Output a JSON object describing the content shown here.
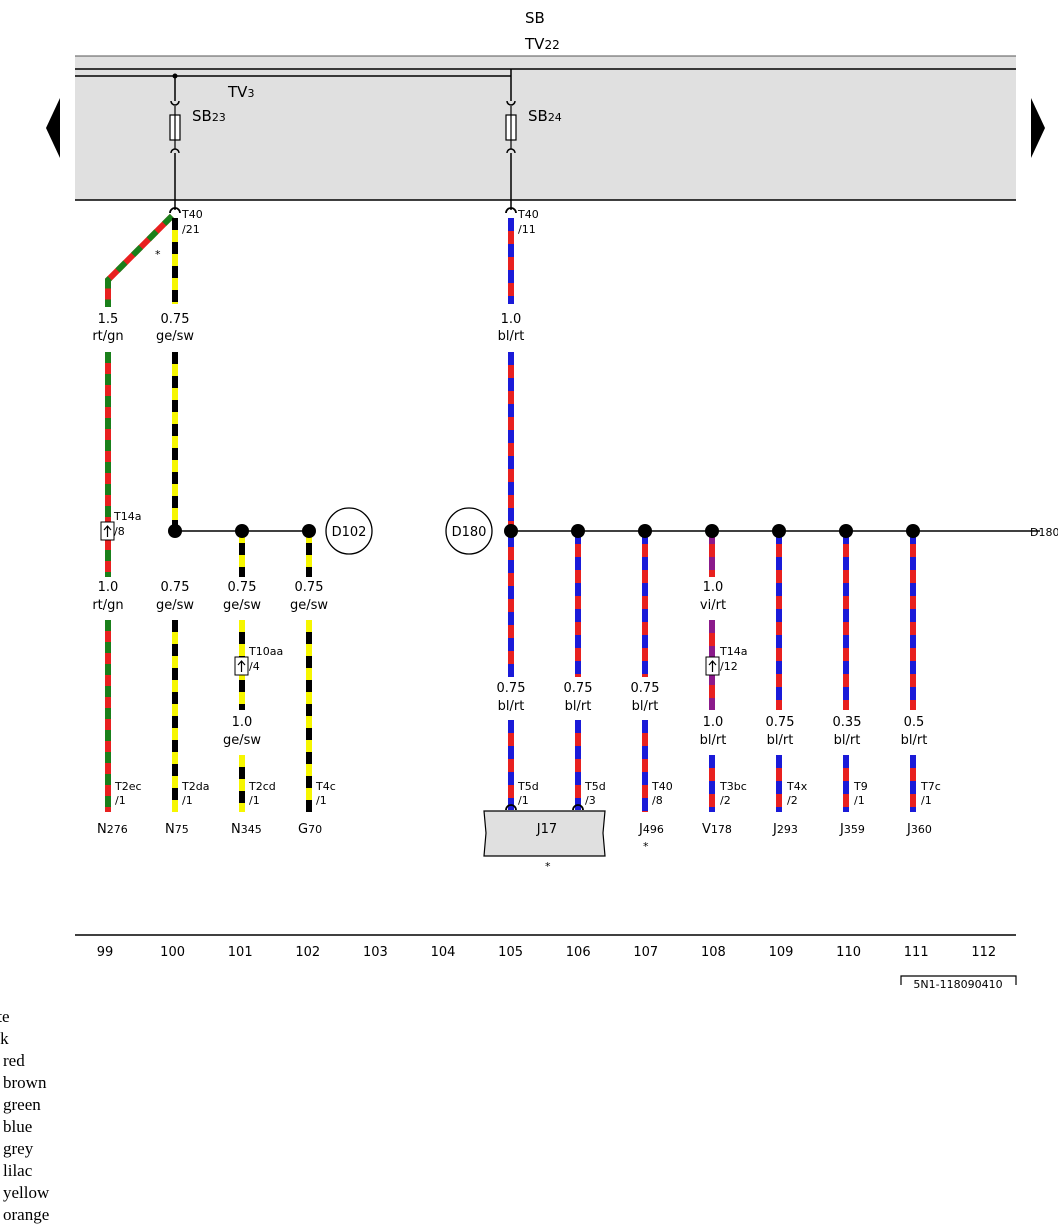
{
  "header": {
    "bus_top": "SB",
    "bus_second_prefix": "TV",
    "bus_second_sub": "22"
  },
  "box": {
    "label_prefix": "TV",
    "label_sub": "3",
    "fuse_left_prefix": "SB",
    "fuse_left_sub": "23",
    "fuse_right_prefix": "SB",
    "fuse_right_sub": "24"
  },
  "connectors": {
    "t40_21_a": "T40",
    "t40_21_b": "/21",
    "t40_11_a": "T40",
    "t40_11_b": "/11",
    "t14a_8_a": "T14a",
    "t14a_8_b": "/8",
    "t10aa_a": "T10aa",
    "t10aa_b": "/4",
    "t14a_12_a": "T14a",
    "t14a_12_b": "/12"
  },
  "asterisks": {
    "a1": "*",
    "a2": "*",
    "a3": "*"
  },
  "junctions": {
    "left": "D102",
    "right": "D180",
    "edge": "D180"
  },
  "wire_labels": {
    "w99_top_size": "1.5",
    "w99_top_color": "rt/gn",
    "w100_top_size": "0.75",
    "w100_top_color": "ge/sw",
    "w105_top_size": "1.0",
    "w105_top_color": "bl/rt",
    "w99_mid_size": "1.0",
    "w99_mid_color": "rt/gn",
    "w100_mid_size": "0.75",
    "w100_mid_color": "ge/sw",
    "w101_mid_size": "0.75",
    "w101_mid_color": "ge/sw",
    "w102_mid_size": "0.75",
    "w102_mid_color": "ge/sw",
    "w108_mid_size": "1.0",
    "w108_mid_color": "vi/rt",
    "w105_low_size": "0.75",
    "w105_low_color": "bl/rt",
    "w106_low_size": "0.75",
    "w106_low_color": "bl/rt",
    "w107_low_size": "0.75",
    "w107_low_color": "bl/rt",
    "w101_low_size": "1.0",
    "w101_low_color": "ge/sw",
    "w108_low_size": "1.0",
    "w108_low_color": "bl/rt",
    "w109_low_size": "0.75",
    "w109_low_color": "bl/rt",
    "w110_low_size": "0.35",
    "w110_low_color": "bl/rt",
    "w111_low_size": "0.5",
    "w111_low_color": "bl/rt"
  },
  "terminals": {
    "c99_a": "T2ec",
    "c99_b": "/1",
    "c100_a": "T2da",
    "c100_b": "/1",
    "c101_a": "T2cd",
    "c101_b": "/1",
    "c102_a": "T4c",
    "c102_b": "/1",
    "c105_a": "T5d",
    "c105_b": "/1",
    "c106_a": "T5d",
    "c106_b": "/3",
    "c107_a": "T40",
    "c107_b": "/8",
    "c108_a": "T3bc",
    "c108_b": "/2",
    "c109_a": "T4x",
    "c109_b": "/2",
    "c110_a": "T9",
    "c110_b": "/1",
    "c111_a": "T7c",
    "c111_b": "/1"
  },
  "components": {
    "n276_p": "N",
    "n276_s": "276",
    "n75_p": "N",
    "n75_s": "75",
    "n345_p": "N",
    "n345_s": "345",
    "g70_p": "G",
    "g70_s": "70",
    "j17": "J17",
    "j496_p": "J",
    "j496_s": "496",
    "v178_p": "V",
    "v178_s": "178",
    "j293_p": "J",
    "j293_s": "293",
    "j359_p": "J",
    "j359_s": "359",
    "j360_p": "J",
    "j360_s": "360"
  },
  "ruler": {
    "tracks": [
      "99",
      "100",
      "101",
      "102",
      "103",
      "104",
      "105",
      "106",
      "107",
      "108",
      "109",
      "110",
      "111",
      "112"
    ],
    "code": "5N1-118090410"
  },
  "legend": [
    "= white",
    "= black",
    "red",
    "brown",
    "green",
    "blue",
    "grey",
    "lilac",
    "yellow",
    "orange"
  ],
  "colors": {
    "red": "#e8201f",
    "green": "#1a7f1a",
    "blue": "#1a1ad8",
    "yellow": "#f6f600",
    "black": "#000000",
    "violet": "#8b1a8b",
    "box": "#e0e0e0"
  }
}
